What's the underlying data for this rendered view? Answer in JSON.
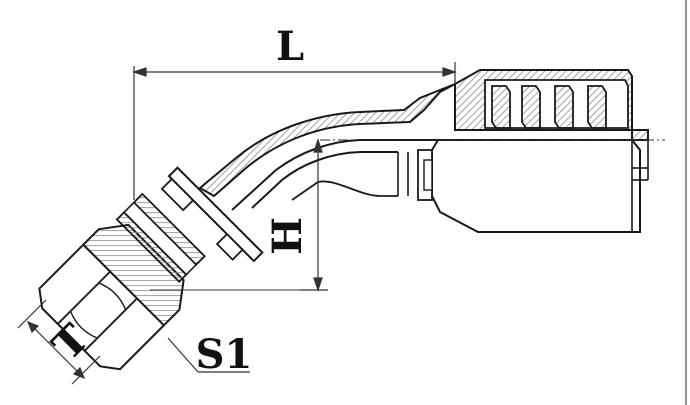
{
  "labels": {
    "length": "L",
    "height": "H",
    "thread": "T",
    "hex": "S1"
  },
  "colors": {
    "line": "#1a1a1a",
    "hatch": "#8a8a8a",
    "dim": "#333333",
    "background": "#ffffff"
  }
}
